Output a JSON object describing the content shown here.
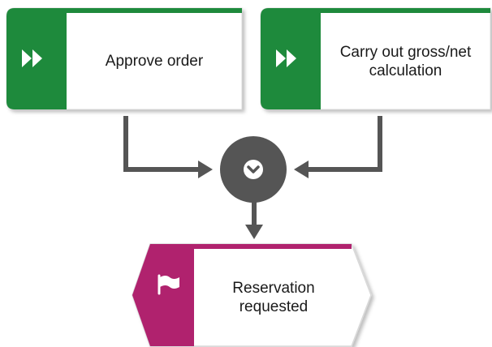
{
  "nodes": {
    "function_1": {
      "label": "Approve order",
      "type": "function",
      "icon": "fast-forward-icon"
    },
    "function_2": {
      "label": "Carry out gross/net\ncalculation",
      "type": "function",
      "icon": "fast-forward-icon"
    },
    "connector": {
      "type": "and-join",
      "icon": "chevron-down-icon"
    },
    "event_1": {
      "label": "Reservation\nrequested",
      "type": "event",
      "icon": "flag-icon"
    }
  },
  "colors": {
    "function_accent": "#1e8a3c",
    "event_accent": "#b0226e",
    "connector_fill": "#555555",
    "arrow": "#555555",
    "box_fill": "#ffffff"
  }
}
